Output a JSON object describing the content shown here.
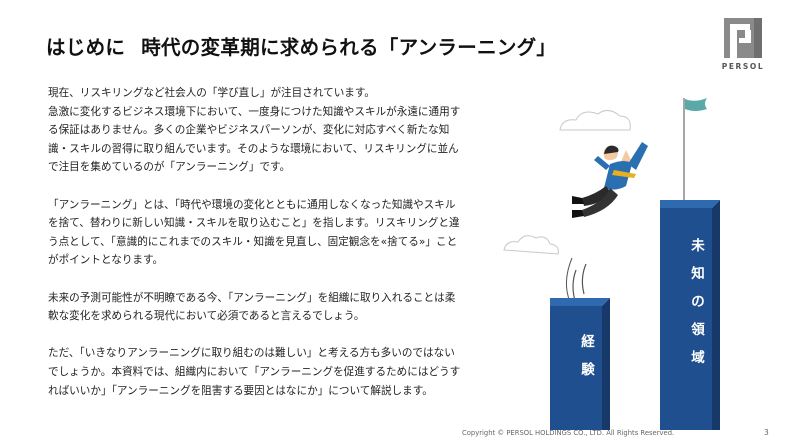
{
  "title": {
    "lead": "はじめに",
    "main": "時代の変革期に求められる「アンラーニング」"
  },
  "logo": {
    "text": "PERSOL"
  },
  "paragraphs": [
    {
      "lines": [
        "現在、リスキリングなど社会人の「学び直し」が注目されています。",
        "急激に変化するビジネス環境下において、一度身につけた知識やスキルが永遠に通用す",
        "る保証はありません。多くの企業やビジネスパーソンが、変化に対応すべく新たな知",
        "識・スキルの習得に取り組んでいます。そのような環境において、リスキリングに並ん",
        "で注目を集めているのが「アンラーニング」です。"
      ]
    },
    {
      "lines": [
        "「アンラーニング」とは、「時代や環境の変化とともに通用しなくなった知識やスキル",
        "を捨て、替わりに新しい知識・スキルを取り込むこと」を指します。リスキリングと違",
        "う点として、「意識的にこれまでのスキル・知識を見直し、固定観念を«捨てる»」こと",
        "がポイントとなります。"
      ]
    },
    {
      "lines": [
        "未来の予測可能性が不明瞭である今、「アンラーニング」を組織に取り入れることは柔",
        "軟な変化を求められる現代において必須であると言えるでしょう。"
      ]
    },
    {
      "lines": [
        "ただ、「いきなりアンラーニングに取り組むのは難しい」と考える方も多いのではない",
        "でしょうか。本資料では、組織内において「アンラーニングを促進するためにはどうす",
        "ればいいか」「アンラーニングを阻害する要因とはなにか」について解説します。"
      ]
    }
  ],
  "illustration": {
    "left_pillar_label": "経験",
    "right_pillar_label": "未知の領域",
    "pillar_color": "#1f4f8f",
    "pillar_side_color": "#16396a",
    "flag_color": "#5aa9a8"
  },
  "footer": {
    "copyright": "Copyright © PERSOL HOLDINGS CO., LTD. All Rights Reserved.",
    "page_number": "3"
  }
}
